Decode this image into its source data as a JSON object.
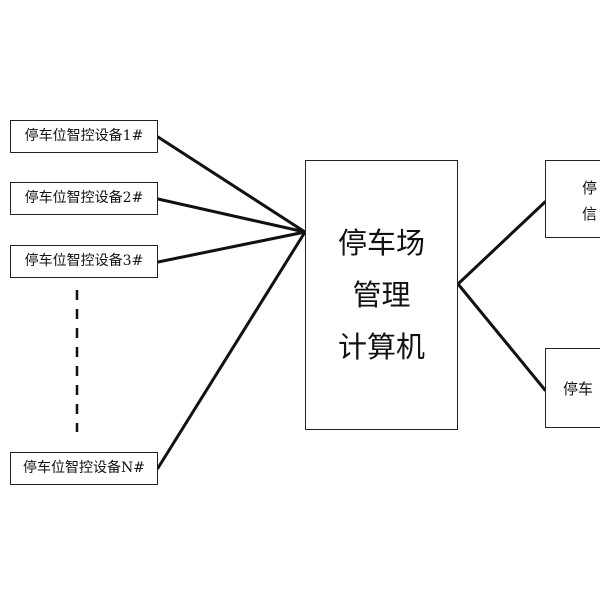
{
  "devices": [
    {
      "label": "停车位智控设备1#"
    },
    {
      "label": "停车位智控设备2#"
    },
    {
      "label": "停车位智控设备3#"
    },
    {
      "label": "停车位智控设备N#"
    }
  ],
  "center": {
    "line1": "停车场",
    "line2": "管理",
    "line3": "计算机"
  },
  "outputs": [
    {
      "line1": "停",
      "line2": "信"
    },
    {
      "line1": "停车"
    }
  ]
}
